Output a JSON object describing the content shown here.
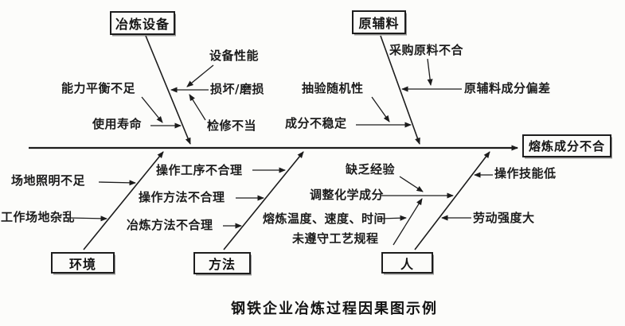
{
  "title": "钢铁企业冶炼过程因果图示例",
  "effect_label": "熔炼成分不合",
  "diagram_type": "fishbone-cause-effect",
  "branches": [
    {
      "category": "冶炼设备",
      "causes": [
        "设备性能",
        "能力平衡不足",
        "损坏/磨损",
        "使用寿命",
        "检修不当"
      ]
    },
    {
      "category": "原辅料",
      "causes": [
        "采购原料不合",
        "原辅料成分偏差",
        "抽验随机性",
        "成分不稳定"
      ]
    },
    {
      "category": "环境",
      "causes": [
        "场地照明不足",
        "工作场地杂乱"
      ]
    },
    {
      "category": "方法",
      "causes": [
        "操作工序不合理",
        "操作方法不合理",
        "冶炼方法不合理"
      ]
    },
    {
      "category": "人",
      "causes": [
        "缺乏经验",
        "调整化学成分",
        "熔炼温度、速度、时间",
        "未遵守工艺规程",
        "操作技能低",
        "劳动强度大"
      ]
    }
  ],
  "colors": {
    "ink": "#1c1c1c",
    "paper": "#fcfcfa"
  }
}
